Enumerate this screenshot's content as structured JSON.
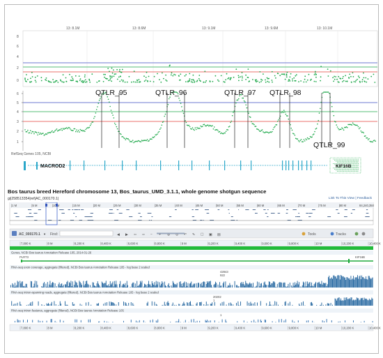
{
  "genome_plot": {
    "top_axis_ticks": [
      "13: 8.1M",
      "13: 8.6M",
      "13: 9.1M",
      "13: 9.6M",
      "13: 10.1M"
    ],
    "upper_y_ticks": [
      "8",
      "6",
      "4",
      "2",
      "0"
    ],
    "lower_y_ticks": [
      "6",
      "5",
      "4",
      "3",
      "2",
      "1"
    ],
    "qtl_labels": [
      "QTLR_95",
      "QTLR_96",
      "QTLR_97",
      "QTLR_98",
      "QTLR_99"
    ],
    "gene_track_label": "RefSeq Genes 105, NCBI",
    "genes": [
      "MACROD2",
      "KIF16B"
    ],
    "colors": {
      "points": "#1ea84a",
      "upper_line": "#3d4cc2",
      "lower_line": "#e4403c",
      "gene": "#2aa7c9",
      "axis": "#999999"
    }
  },
  "viewer": {
    "title": "Bos taurus breed Hereford chromosome 13, Bos_taurus_UMD_3.1.1, whole genome shotgun sequence",
    "accession": "gi|258513354|ref|AC_000170.1|",
    "link_to_view": "Link To This View",
    "feedback": "Feedback",
    "overview_ticks": [
      "|1 M",
      "|5 M",
      "|10 M",
      "|15 M",
      "|20 M",
      "|25 M",
      "|30 M",
      "|35 M",
      "|40 M",
      "|45 M",
      "|50 M",
      "|55 M",
      "|60 M",
      "|65 M",
      "|70 M",
      "|75 M",
      "|80 M",
      "84,240,350"
    ],
    "sequence_select": "AC_000170.1",
    "find_label": "Find:",
    "tools_label": "Tools",
    "tracks_label": "Tracks",
    "ruler_ticks": [
      "7,800 K",
      "8 M",
      "8,200 K",
      "8,400 K",
      "8,600 K",
      "8,800 K",
      "9 M",
      "9,200 K",
      "9,400 K",
      "9,600 K",
      "9,800 K",
      "10 M",
      "10,200 K",
      "10,400 K"
    ],
    "tracks": [
      {
        "title": "Genes, NCBI Bos taurus Annotation Release 105, 2014-01-26",
        "genes": [
          "PLRT3",
          "KIF16B"
        ]
      },
      {
        "title": "RNA-seq exon coverage, aggregate (filtered), NCBI Bos taurus Annotation Release 105 - log base 2 scaled",
        "max": "42843",
        "min": "922"
      },
      {
        "title": "RNA-seq intron-spanning reads, aggregate (filtered), NCBI Bos taurus Annotation Release 105 - log base 2 scaled",
        "max": "20202",
        "min": "1"
      },
      {
        "title": "RNA-seq intron features, aggregate (filtered), NCBI Bos taurus Annotation Release 105",
        "min": "1"
      }
    ]
  }
}
